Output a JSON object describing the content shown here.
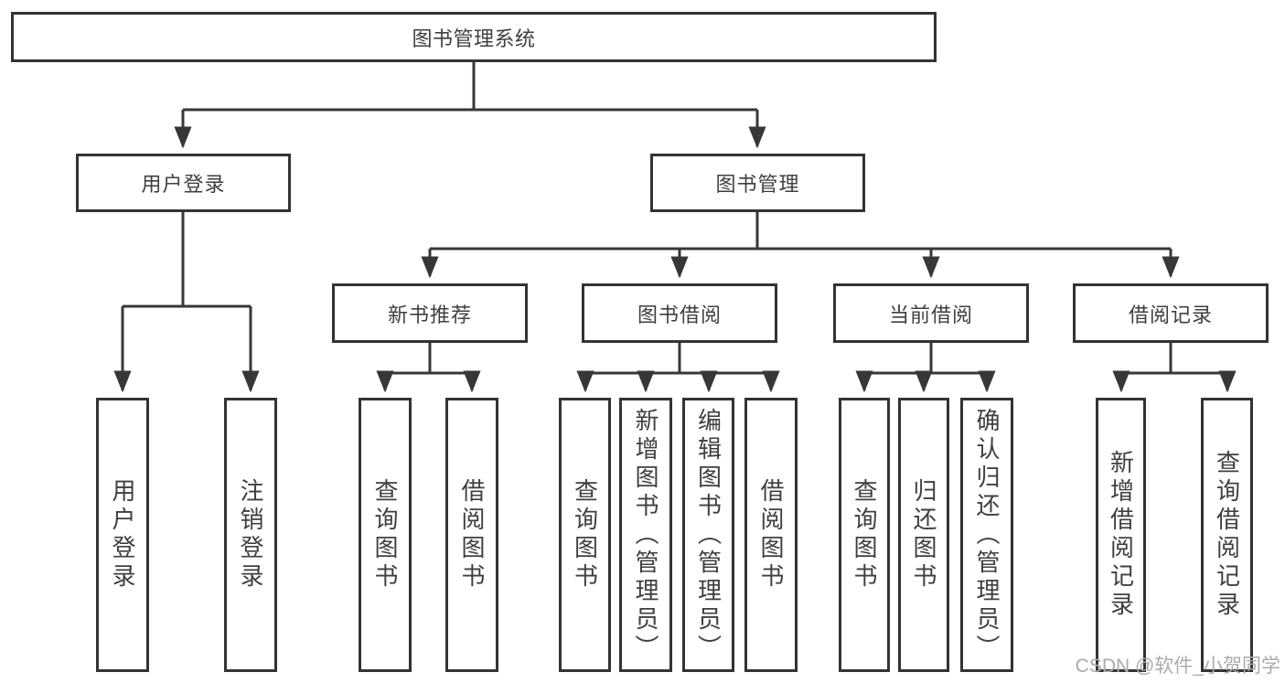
{
  "watermark": "CSDN @软件_小贺同学",
  "colors": {
    "line": "#373737",
    "border": "#333333",
    "text": "#3f3f3f",
    "watermark": "#ababab",
    "background": "#ffffff"
  },
  "tree": {
    "root": {
      "label": "图书管理系统"
    },
    "branches": [
      {
        "label": "用户登录",
        "leaves": [
          {
            "label": "用户登录"
          },
          {
            "label": "注销登录"
          }
        ]
      },
      {
        "label": "图书管理",
        "groups": [
          {
            "label": "新书推荐",
            "leaves": [
              {
                "label": "查询图书"
              },
              {
                "label": "借阅图书"
              }
            ]
          },
          {
            "label": "图书借阅",
            "leaves": [
              {
                "label": "查询图书"
              },
              {
                "label": "新增图书（管理员）"
              },
              {
                "label": "编辑图书（管理员）"
              },
              {
                "label": "借阅图书"
              }
            ]
          },
          {
            "label": "当前借阅",
            "leaves": [
              {
                "label": "查询图书"
              },
              {
                "label": "归还图书"
              },
              {
                "label": "确认归还（管理员）"
              }
            ]
          },
          {
            "label": "借阅记录",
            "leaves": [
              {
                "label": "新增借阅记录"
              },
              {
                "label": "查询借阅记录"
              }
            ]
          }
        ]
      }
    ]
  }
}
